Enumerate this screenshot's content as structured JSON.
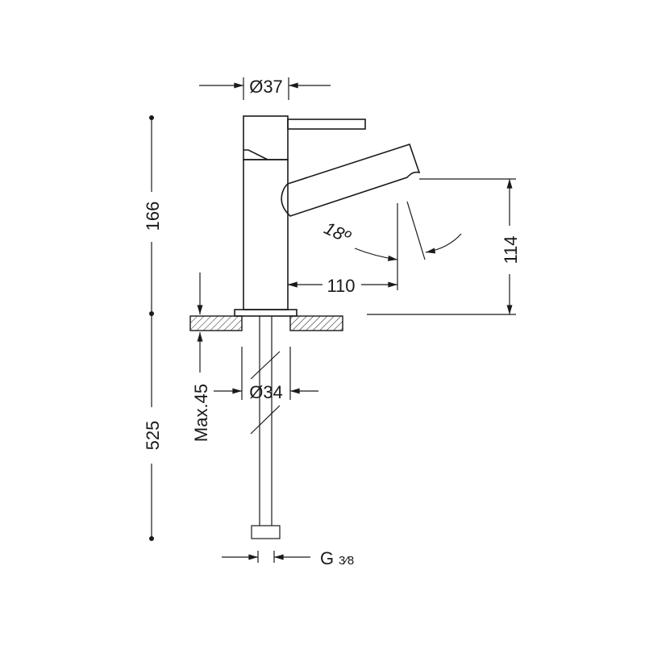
{
  "title": "Faucet technical dimension drawing",
  "dimensions": {
    "handle_diameter": "Ø37",
    "pipe_diameter": "Ø34",
    "total_height": "166",
    "hose_length": "525",
    "max_counter_thickness": "Max.45",
    "spout_reach": "110",
    "spout_height": "114",
    "spout_angle": "18º",
    "connection_thread_g": "G",
    "connection_thread_fraction": "3⁄8"
  },
  "colors": {
    "line": "#1a1a1a",
    "background": "#ffffff"
  }
}
